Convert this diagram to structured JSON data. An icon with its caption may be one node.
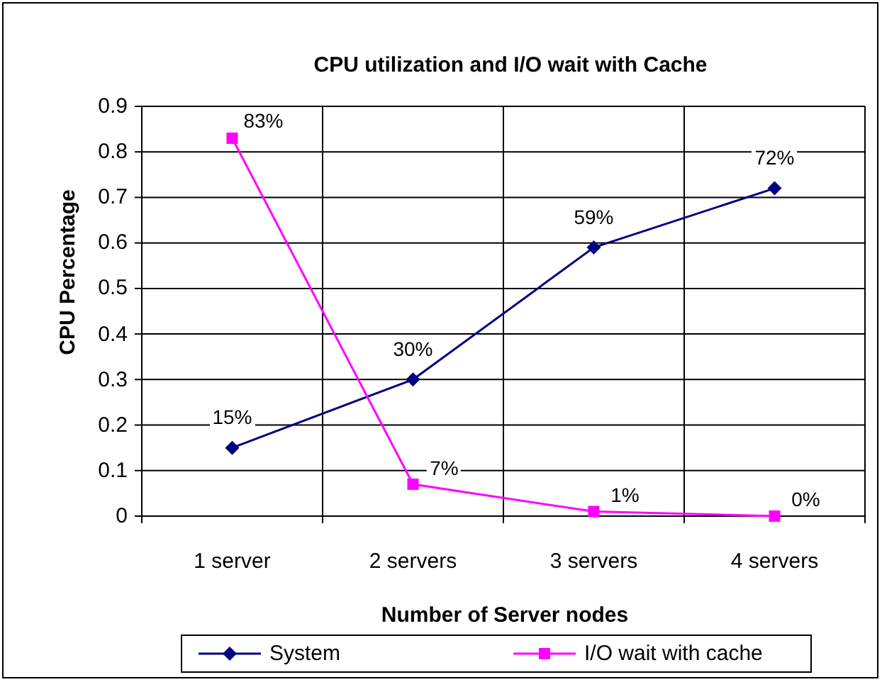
{
  "diagram": {
    "chart_data": {
      "type": "line",
      "title": "CPU utilization and I/O wait with Cache",
      "xlabel": "Number of Server nodes",
      "ylabel": "CPU Percentage",
      "categories": [
        "1 server",
        "2 servers",
        "3 servers",
        "4 servers"
      ],
      "series": [
        {
          "name": "System",
          "color": "#000080",
          "marker": "diamond",
          "values": [
            0.15,
            0.3,
            0.59,
            0.72
          ]
        },
        {
          "name": "I/O wait with cache",
          "color": "#ff00ff",
          "marker": "square",
          "values": [
            0.83,
            0.07,
            0.01,
            0.0
          ]
        }
      ],
      "grid": true,
      "legend": true,
      "ylim": [
        0,
        0.9
      ],
      "yticks": [
        0,
        0.1,
        0.2,
        0.3,
        0.4,
        0.5,
        0.6,
        0.7,
        0.8,
        0.9
      ],
      "value_labels": [
        [
          "15%",
          "30%",
          "59%",
          "72%"
        ],
        [
          "83%",
          "7%",
          "1%",
          "0%"
        ]
      ]
    }
  }
}
